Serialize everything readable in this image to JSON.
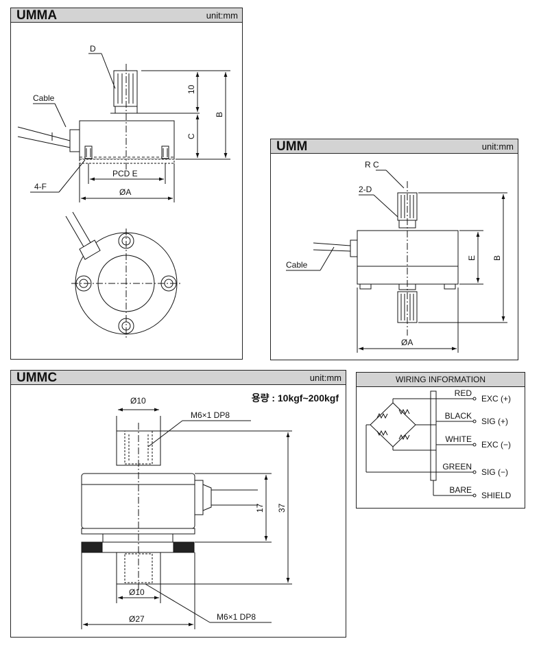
{
  "umma": {
    "title": "UMMA",
    "unit": "unit:mm",
    "labels": {
      "d": "D",
      "cable": "Cable",
      "dim_10": "10",
      "dim_b": "B",
      "dim_c": "C",
      "pcd_e": "PCD E",
      "four_f": "4-F",
      "dia_a": "ØA"
    }
  },
  "umm": {
    "title": "UMM",
    "unit": "unit:mm",
    "labels": {
      "rc": "R C",
      "two_d": "2-D",
      "cable": "Cable",
      "dim_e": "E",
      "dim_b": "B",
      "dia_a": "ØA"
    }
  },
  "ummc": {
    "title": "UMMC",
    "unit": "unit:mm",
    "capacity": "용량 : 10kgf~200kgf",
    "labels": {
      "dia10_top": "Ø10",
      "thread_top": "M6×1 DP8",
      "dim_17": "17",
      "dim_37": "37",
      "dia10_bottom": "Ø10",
      "thread_bottom": "M6×1 DP8",
      "dia27": "Ø27"
    }
  },
  "wiring": {
    "title": "WIRING INFORMATION",
    "wires": [
      {
        "color": "RED",
        "signal": "EXC (+)"
      },
      {
        "color": "BLACK",
        "signal": "SIG (+)"
      },
      {
        "color": "WHITE",
        "signal": "EXC (−)"
      },
      {
        "color": "GREEN",
        "signal": "SIG (−)"
      },
      {
        "color": "BARE",
        "signal": "SHIELD"
      }
    ]
  }
}
